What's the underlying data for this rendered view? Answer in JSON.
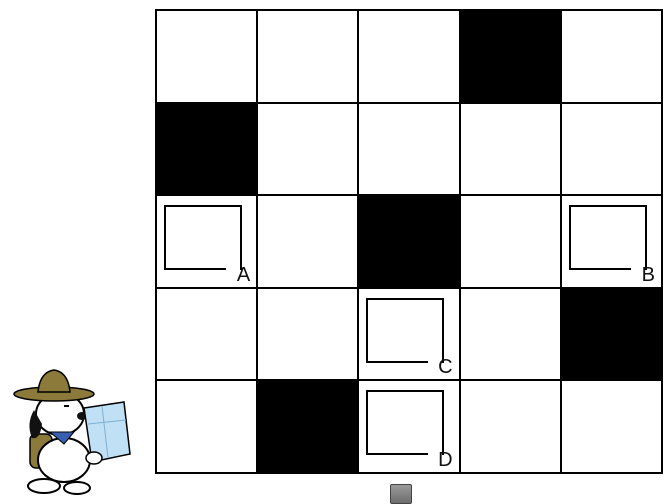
{
  "board": {
    "rows": 5,
    "cols": 5,
    "cells": [
      [
        "white",
        "white",
        "white",
        "black",
        "white"
      ],
      [
        "black",
        "white",
        "white",
        "white",
        "white"
      ],
      [
        "white",
        "white",
        "black",
        "white",
        "white"
      ],
      [
        "white",
        "white",
        "white",
        "white",
        "black"
      ],
      [
        "white",
        "black",
        "white",
        "white",
        "white"
      ]
    ],
    "labeled_cells": [
      {
        "row": 3,
        "col": 1,
        "label": "A"
      },
      {
        "row": 3,
        "col": 5,
        "label": "B"
      },
      {
        "row": 4,
        "col": 3,
        "label": "C"
      },
      {
        "row": 5,
        "col": 3,
        "label": "D"
      }
    ]
  },
  "marker": {
    "color": "#808080",
    "column": 3
  },
  "icons": {
    "character": "scout-dog-with-map-icon",
    "piece": "gray-marker-piece"
  },
  "colors": {
    "black": "#000000",
    "white": "#ffffff"
  }
}
